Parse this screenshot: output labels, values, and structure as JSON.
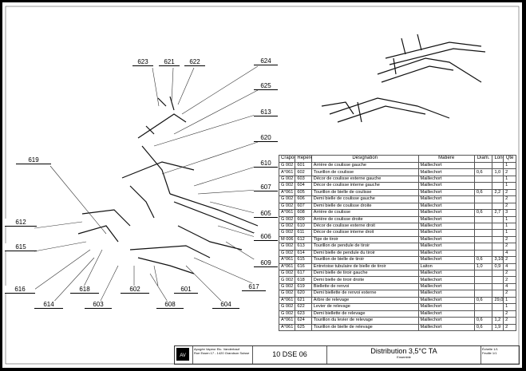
{
  "labels": [
    "623",
    "621",
    "622",
    "624",
    "625",
    "613",
    "620",
    "610",
    "607",
    "605",
    "606",
    "609",
    "617",
    "619",
    "612",
    "615",
    "616",
    "614",
    "618",
    "603",
    "602",
    "608",
    "601",
    "604"
  ],
  "bom": {
    "headers": [
      "Crapoe",
      "Repère",
      "Désignation",
      "Matière",
      "Diam.",
      "Long.",
      "Qté"
    ],
    "rows": [
      [
        "G 002",
        "601",
        "Arrière de coulisse gauche",
        "Maillechort",
        "",
        "",
        "1"
      ],
      [
        "A°061",
        "602",
        "Tourillon de coulisse",
        "Maillechort",
        "0,6",
        "1,0",
        "2"
      ],
      [
        "G 002",
        "603",
        "Décor de coulisse externe gauche",
        "Maillechort",
        "",
        "",
        "1"
      ],
      [
        "G 002",
        "604",
        "Décor de coulisse interne gauche",
        "Maillechort",
        "",
        "",
        "1"
      ],
      [
        "A°061",
        "605",
        "Tourillon de bielle de coulisse",
        "Maillechort",
        "0,6",
        "2,2",
        "2"
      ],
      [
        "G 002",
        "606",
        "Demi bielle de coulisse gauche",
        "Maillechort",
        "",
        "",
        "2"
      ],
      [
        "G 002",
        "607",
        "Demi bielle de coulisse droite",
        "Maillechort",
        "",
        "",
        "2"
      ],
      [
        "A°061",
        "608",
        "Arrière de coulisse",
        "Maillechort",
        "0,6",
        "2,7",
        "3"
      ],
      [
        "G 002",
        "609",
        "Arrière de coulisse droite",
        "Maillechort",
        "",
        "",
        "1"
      ],
      [
        "G 002",
        "610",
        "Décor de coulisse externe droit",
        "Maillechort",
        "",
        "",
        "1"
      ],
      [
        "G 002",
        "611",
        "Décor de coulisse interne droit",
        "Maillechort",
        "",
        "",
        "1"
      ],
      [
        "M 006",
        "612",
        "Tige de tiroir",
        "Maillechort",
        "",
        "",
        "2"
      ],
      [
        "G 002",
        "613",
        "Tourillon de pendule de tiroir",
        "Maillechort",
        "",
        "",
        "2"
      ],
      [
        "G 002",
        "614",
        "Demi bielle de pendule du tiroir",
        "Maillechort",
        "",
        "",
        "4"
      ],
      [
        "A°061",
        "615",
        "Tourillon de bielle de tiroir",
        "Maillechort",
        "0,6",
        "3,10",
        "2"
      ],
      [
        "A°061",
        "616",
        "Entretoise tubulaire de bielle de tiroir",
        "Laiton",
        "1,0",
        "0,9",
        "4"
      ],
      [
        "G 002",
        "617",
        "Demi bielle de tiroir gauche",
        "Maillechort",
        "",
        "",
        "2"
      ],
      [
        "G 002",
        "618",
        "Demi bielle de tiroir droite",
        "Maillechort",
        "",
        "",
        "2"
      ],
      [
        "G 002",
        "619",
        "Biellette de renvoi",
        "Maillechort",
        "",
        "",
        "4"
      ],
      [
        "G 002",
        "620",
        "Demi biellette de renvoi externe",
        "Maillechort",
        "",
        "",
        "2"
      ],
      [
        "A°061",
        "621",
        "Arbre de relevage",
        "Maillechort",
        "0,6",
        "29,0",
        "1"
      ],
      [
        "G 002",
        "622",
        "Levier de relevage",
        "Maillechort",
        "",
        "",
        "1"
      ],
      [
        "G 002",
        "623",
        "Demi biellette de relevage",
        "Maillechort",
        "",
        "",
        "2"
      ],
      [
        "A°061",
        "624",
        "Tourillon du levier de relevage",
        "Maillechort",
        "0,6",
        "1,2",
        "2"
      ],
      [
        "A°061",
        "625",
        "Tourillon de bielle de relevage",
        "Maillechort",
        "0,6",
        "1,9",
        "2"
      ]
    ]
  },
  "titleblock": {
    "company": "Apogée Vapeur Etc. Vanderbauf",
    "address": "Rue Essen 17 - 1420 Grandson Suisse",
    "drawing_no": "10 DSE 06",
    "title": "Distribution 3,5°C TA",
    "subtitle": "Ensemble",
    "scale": "Échelle 1/1",
    "sheet": "Feuille 1/1"
  }
}
